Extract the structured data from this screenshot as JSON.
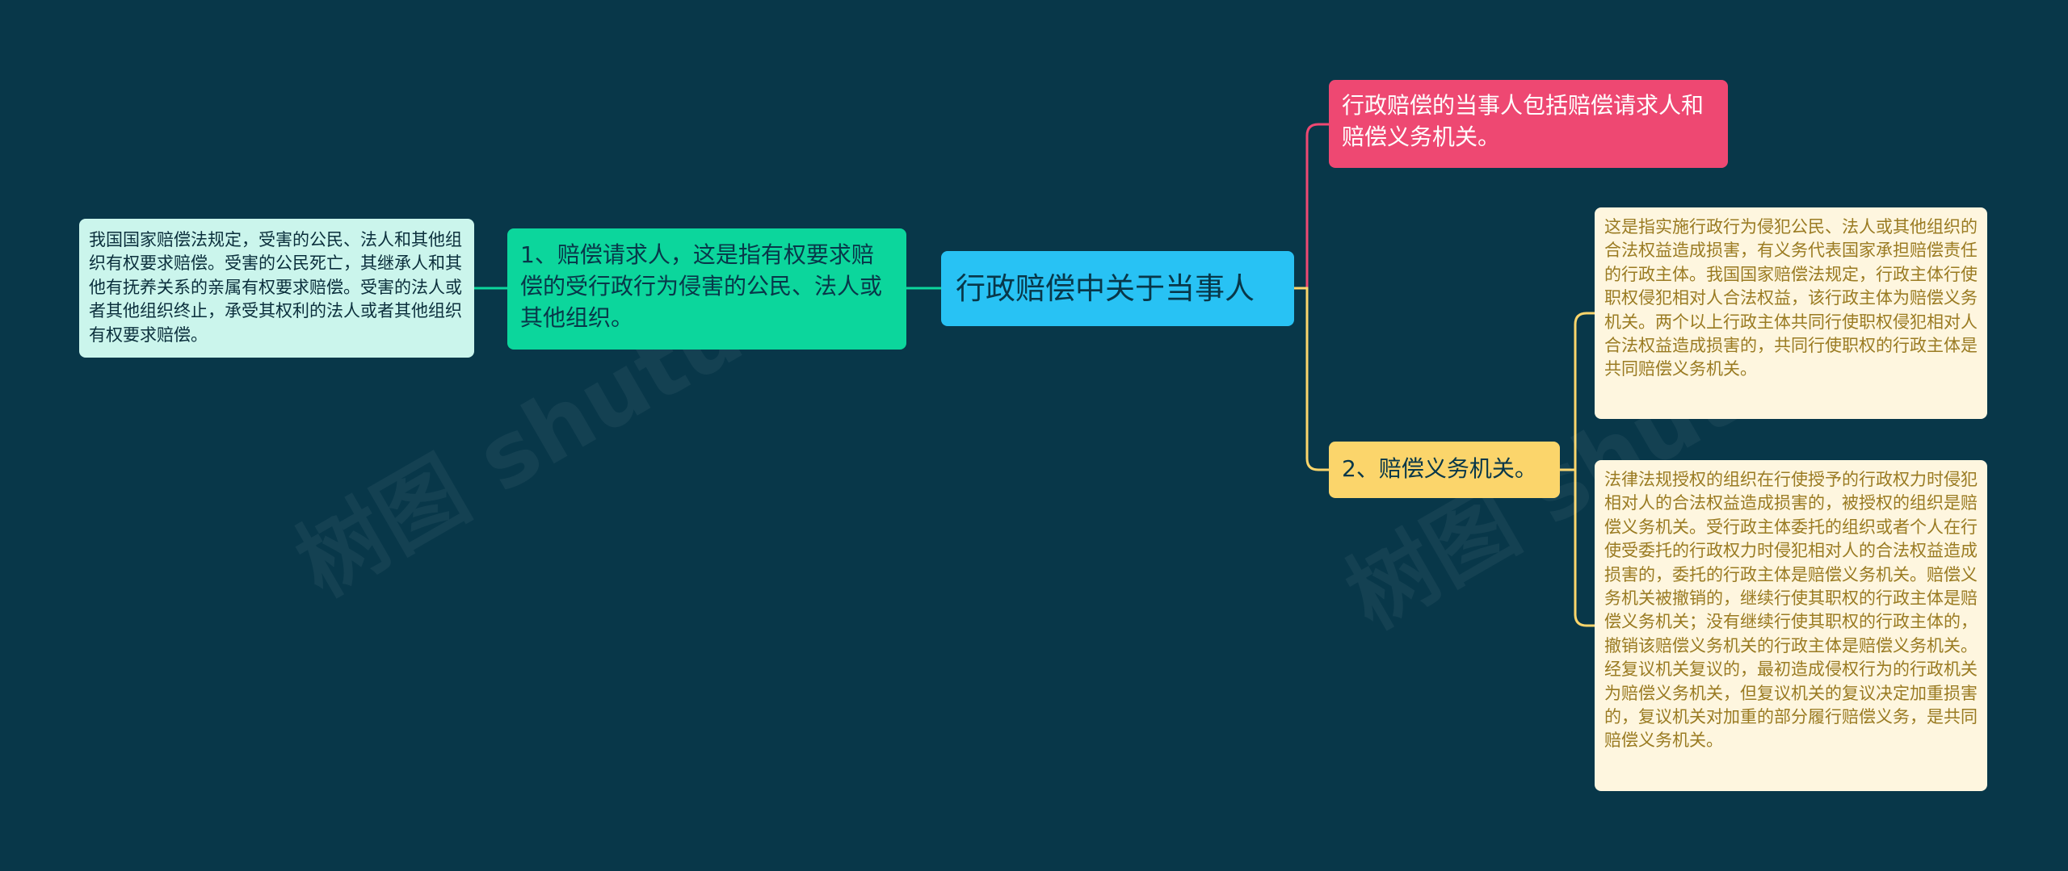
{
  "central": "行政赔偿中关于当事人",
  "branch_left": "1、赔偿请求人，这是指有权要求赔偿的受行政行为侵害的公民、法人或其他组织。",
  "leaf_left": "我国国家赔偿法规定，受害的公民、法人和其他组织有权要求赔偿。受害的公民死亡，其继承人和其他有抚养关系的亲属有权要求赔偿。受害的法人或者其他组织终止，承受其权利的法人或者其他组织有权要求赔偿。",
  "branch_red": "行政赔偿的当事人包括赔偿请求人和赔偿义务机关。",
  "branch_yellow": "2、赔偿义务机关。",
  "leaf_right_a": "这是指实施行政行为侵犯公民、法人或其他组织的合法权益造成损害，有义务代表国家承担赔偿责任的行政主体。我国国家赔偿法规定，行政主体行使职权侵犯相对人合法权益，该行政主体为赔偿义务机关。两个以上行政主体共同行使职权侵犯相对人合法权益造成损害的，共同行使职权的行政主体是共同赔偿义务机关。",
  "leaf_right_b": "法律法规授权的组织在行使授予的行政权力时侵犯相对人的合法权益造成损害的，被授权的组织是赔偿义务机关。受行政主体委托的组织或者个人在行使受委托的行政权力时侵犯相对人的合法权益造成损害的，委托的行政主体是赔偿义务机关。赔偿义务机关被撤销的，继续行使其职权的行政主体是赔偿义务机关；没有继续行使其职权的行政主体的，撤销该赔偿义务机关的行政主体是赔偿义务机关。经复议机关复议的，最初造成侵权行为的行政机关为赔偿义务机关，但复议机关的复议决定加重损害的，复议机关对加重的部分履行赔偿义务，是共同赔偿义务机关。",
  "watermark": "树图 shutu.cn",
  "colors": {
    "background": "#083749",
    "central": "#28c2f4",
    "left_branch": "#0cd69c",
    "left_leaf": "#cbf5ec",
    "red_branch": "#ee4872",
    "yellow_branch": "#fbd56b",
    "right_leaf": "#fef6df"
  }
}
